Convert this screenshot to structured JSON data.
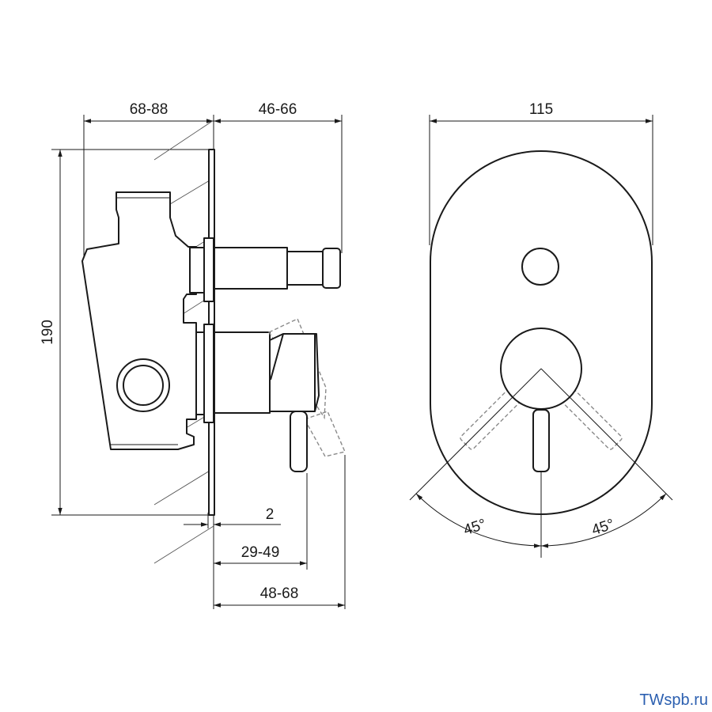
{
  "dimensions": {
    "depth_back": "68-88",
    "depth_front": "46-66",
    "width_front": "115",
    "height": "190",
    "plate": "2",
    "spout_depth": "29-49",
    "lever_depth": "48-68",
    "angle_left": "45°",
    "angle_right": "45°"
  },
  "watermark": "TWspb.ru",
  "colors": {
    "line": "#1a1a1a",
    "ghost": "#8a8a8a",
    "watermark": "#2b5fb0"
  }
}
